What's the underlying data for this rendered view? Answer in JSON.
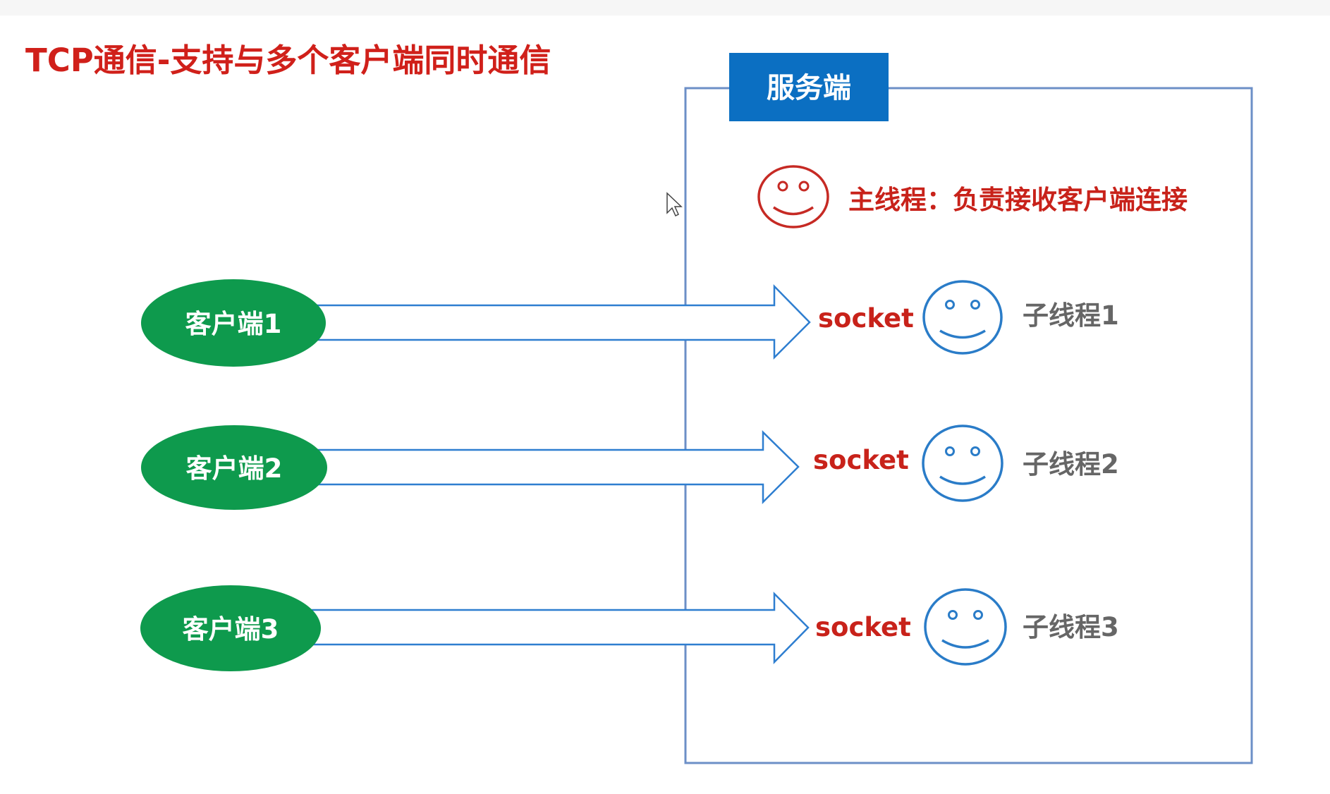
{
  "title": "TCP通信-支持与多个客户端同时通信",
  "server_label": "服务端",
  "main_thread": {
    "label": "主线程：负责接收客户端连接",
    "icon": "smiley-face-icon"
  },
  "connections": [
    {
      "client": "客户端1",
      "socket": "socket",
      "sub_thread": "子线程1"
    },
    {
      "client": "客户端2",
      "socket": "socket",
      "sub_thread": "子线程2"
    },
    {
      "client": "客户端3",
      "socket": "socket",
      "sub_thread": "子线程3"
    }
  ],
  "colors": {
    "title_red": "#d0201a",
    "server_blue": "#0b6fc2",
    "box_border": "#6c8fc7",
    "client_green": "#0e9a4d",
    "arrow_blue": "#2e7ed0",
    "socket_red": "#c8221a",
    "sub_thread_gray": "#666666",
    "main_smiley_red": "#c62a24",
    "sub_smiley_blue": "#2a7cc8"
  },
  "icons": [
    "smiley-face-icon",
    "cursor-pointer-icon"
  ]
}
